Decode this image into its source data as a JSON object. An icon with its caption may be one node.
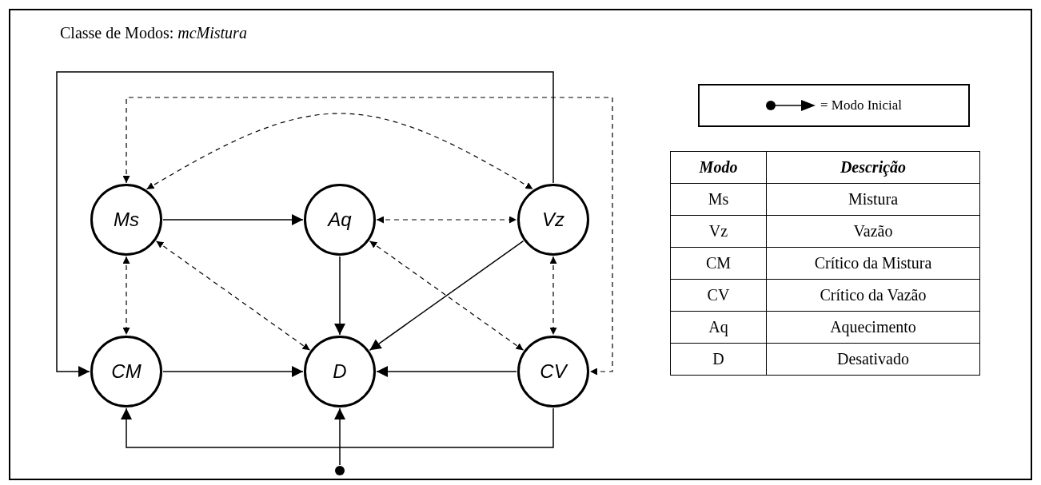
{
  "diagram": {
    "title": "Classe de Modos: *mcMistura*",
    "nodes": [
      {
        "text": [
          "Ms"
        ]
      },
      {
        "text": [
          "Aq"
        ]
      },
      {
        "text": [
          "Vz"
        ]
      },
      {
        "text": [
          "CM"
        ]
      },
      {
        "text": [
          "D"
        ]
      },
      {
        "text": [
          "CV"
        ]
      },
      {
        "text": [],
        "shape": "circle"
      }
    ],
    "edges": [
      {
        "from": 0,
        "to": 1,
        "arrow": "to"
      },
      {
        "from": 1,
        "to": 2,
        "arrow": "both",
        "style": "dashed"
      },
      {
        "from": 0,
        "to": 2,
        "arrow": "both",
        "style": "dashed"
      },
      {
        "from": 0,
        "to": 5,
        "arrow": "both",
        "style": "dashed"
      },
      {
        "from": 2,
        "to": 3,
        "arrow": "to"
      },
      {
        "from": 0,
        "to": 3,
        "arrow": "both",
        "style": "dashed"
      },
      {
        "from": 0,
        "to": 4,
        "arrow": "both",
        "style": "dashed"
      },
      {
        "from": 1,
        "to": 4,
        "arrow": "to"
      },
      {
        "from": 2,
        "to": 4,
        "arrow": "to"
      },
      {
        "from": 1,
        "to": 5,
        "arrow": "both",
        "style": "dashed"
      },
      {
        "from": 2,
        "to": 5,
        "arrow": "both",
        "style": "dashed"
      },
      {
        "from": 3,
        "to": 4,
        "arrow": "to"
      },
      {
        "from": 5,
        "to": 4,
        "arrow": "to"
      },
      {
        "from": 5,
        "to": 3,
        "arrow": "to"
      },
      {
        "from": 6,
        "to": 4,
        "arrow": "to"
      }
    ],
    "labels": [
      "Modo",
      "Descrição",
      "Ms",
      "Mistura",
      "Vz",
      "Vazão",
      "CM",
      "Crítico da Mistura",
      "CV",
      "Crítico da Vazão",
      "Aq",
      "Aquecimento",
      "D",
      "Desativado"
    ],
    "legend": [
      {
        "text": "= Modo Inicial"
      }
    ]
  }
}
